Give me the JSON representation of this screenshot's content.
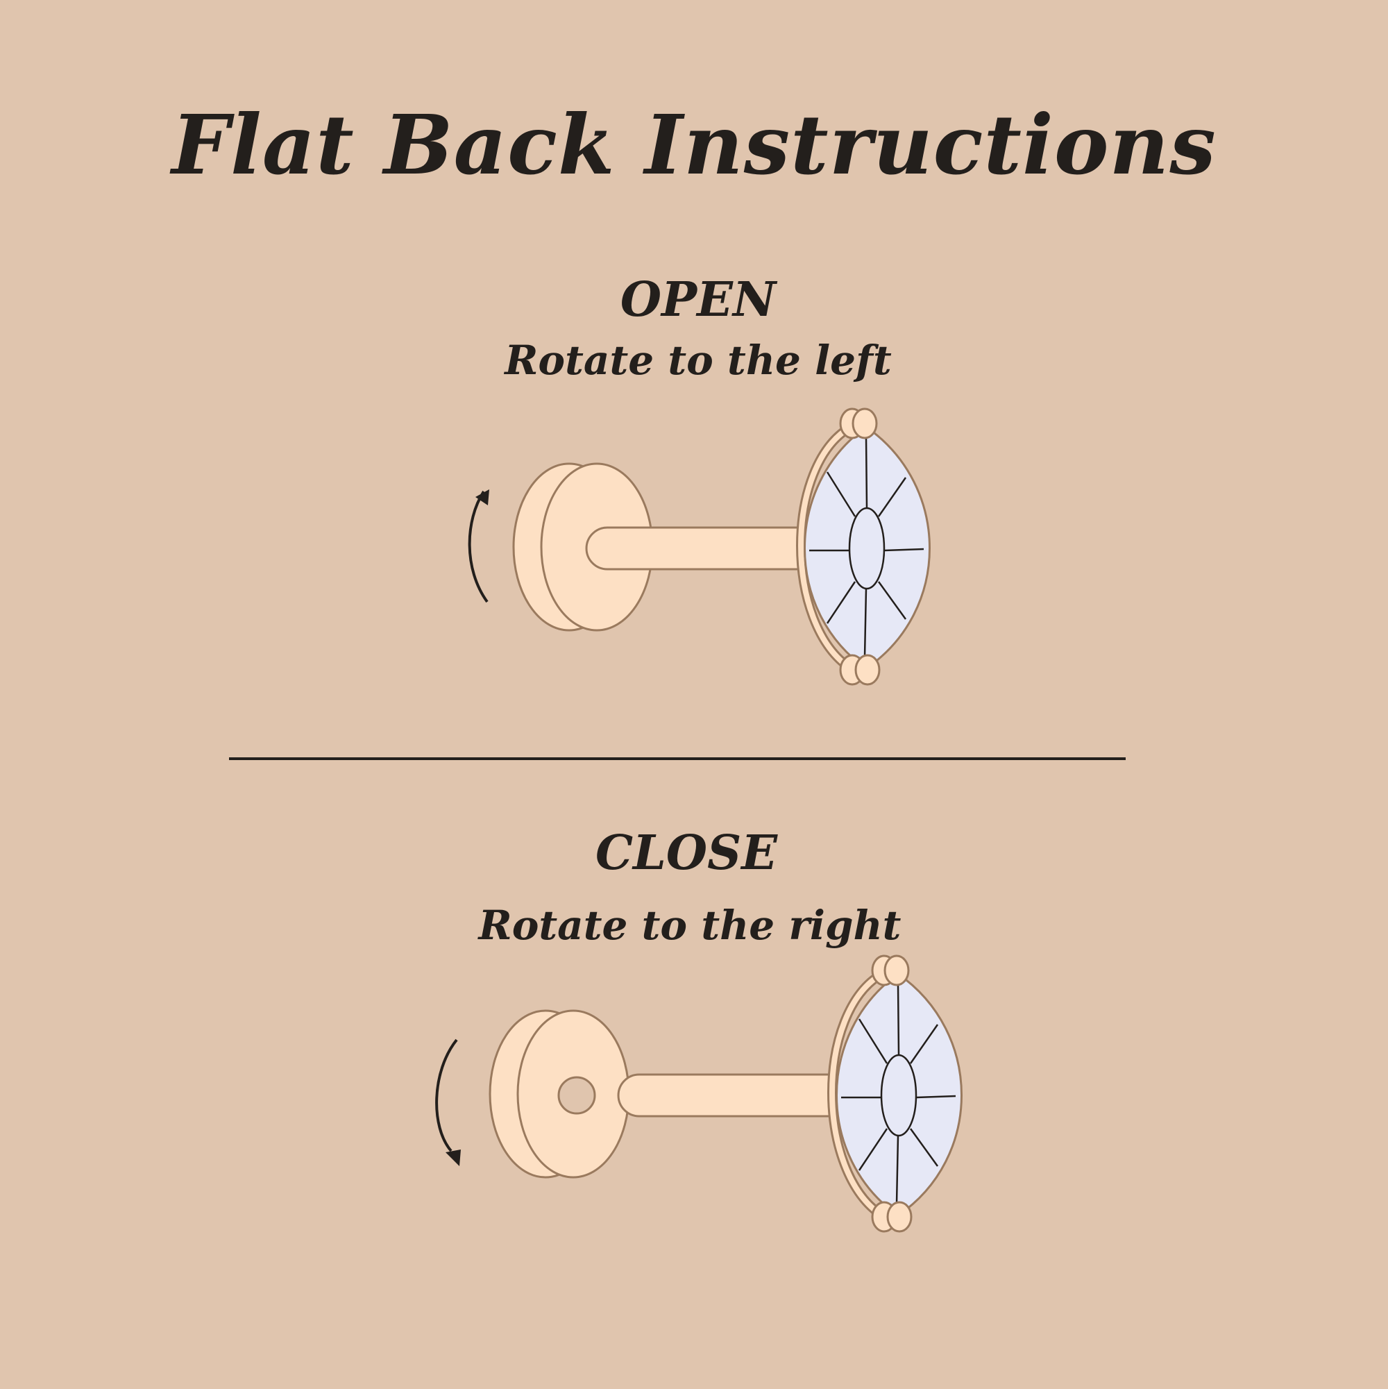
{
  "title": "Flat Back Instructions",
  "open": {
    "heading": "OPEN",
    "instruction": "Rotate to the left",
    "rotation": "counterclockwise"
  },
  "close": {
    "heading": "CLOSE",
    "instruction": "Rotate to the right",
    "rotation": "clockwise"
  },
  "colors": {
    "background": "#e0c5ae",
    "metal_fill": "#fde0c4",
    "metal_stroke": "#9a7a5e",
    "stone_fill": "#e6e8f6",
    "ink": "#231f1c"
  },
  "icons": [
    "curved-arrow-up-icon",
    "curved-arrow-down-icon"
  ]
}
